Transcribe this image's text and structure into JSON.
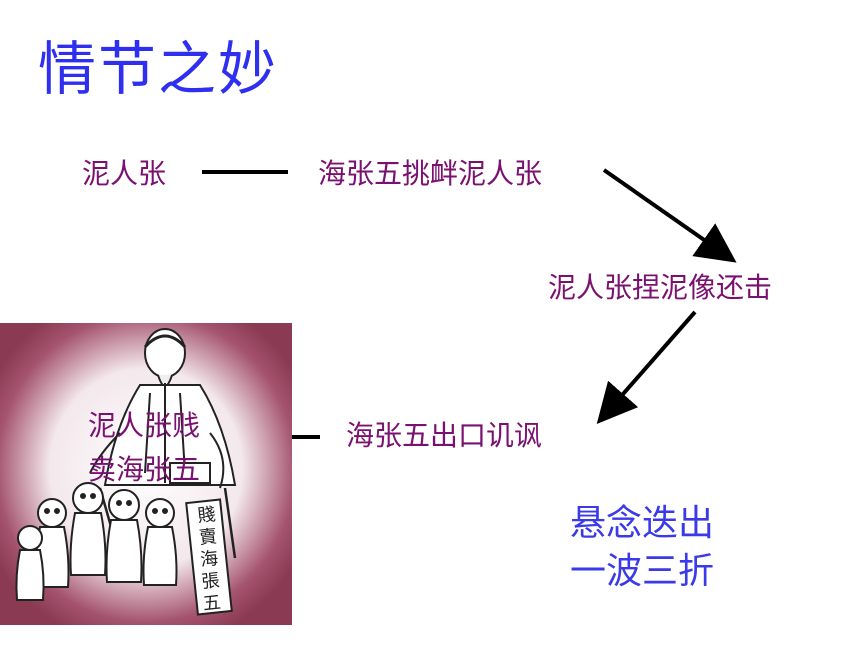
{
  "colors": {
    "title": "#2f2ff0",
    "node_text": "#7a1070",
    "summary": "#3a3ae8",
    "arrow": "#000000",
    "panel_bg": "#8a3a52",
    "panel_glow": "#ffffff"
  },
  "title": "情节之妙",
  "nodes": {
    "n1": "泥人张",
    "n2": "海张五挑衅泥人张",
    "n3": "泥人张捏泥像还击",
    "n4": "海张五出口讥讽",
    "n5_line1": "泥人张贱",
    "n5_line2": "卖海张五"
  },
  "summary": {
    "line1": "悬念迭出",
    "line2": "一波三折"
  },
  "illustration": {
    "icon": "clay-figure-sketch-icon",
    "sign_text": "賤賣海張五"
  }
}
